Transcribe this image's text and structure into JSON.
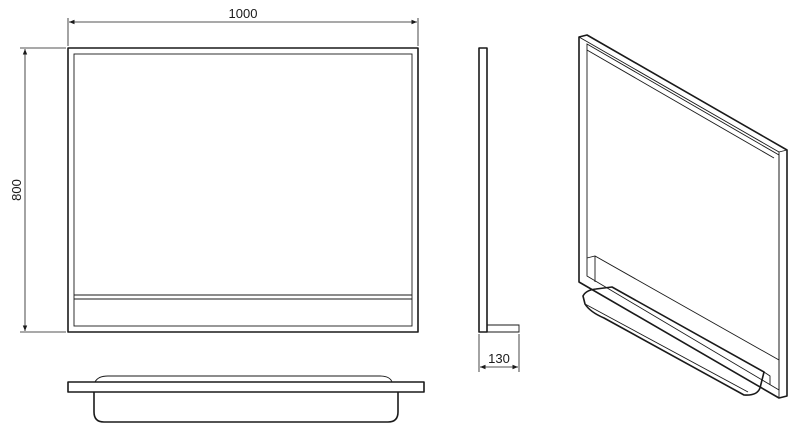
{
  "dimensions": {
    "width_label": "1000",
    "height_label": "800",
    "depth_label": "130"
  },
  "colors": {
    "line": "#1a1a1a",
    "background": "#ffffff"
  }
}
